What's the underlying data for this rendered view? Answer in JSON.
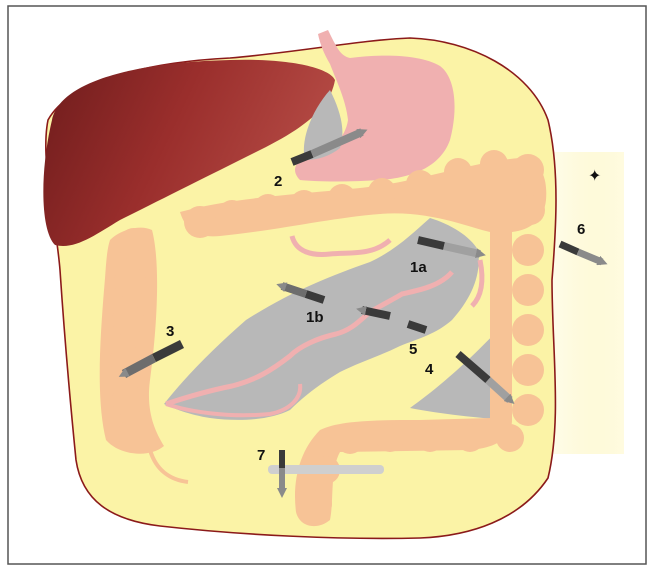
{
  "diagram": {
    "labels": {
      "arrow_1a": "1a",
      "arrow_1b": "1b",
      "arrow_2": "2",
      "arrow_3": "3",
      "arrow_4": "4",
      "arrow_5": "5",
      "arrow_6": "6",
      "arrow_7": "7",
      "star": "✦"
    },
    "colors": {
      "abdomen_fill": "#fbf3a6",
      "abdomen_outline": "#8b1a1a",
      "liver": "#9a2e2c",
      "stomach": "#f0b0b0",
      "colon": "#f7c396",
      "cavity": "#b8b8b8",
      "arrow": "#6d6d6d",
      "arrow_dark": "#3a3a3a"
    }
  }
}
